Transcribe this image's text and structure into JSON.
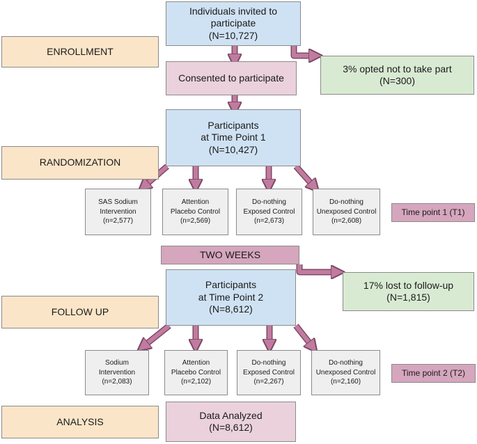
{
  "stages": {
    "enrollment": "ENROLLMENT",
    "randomization": "RANDOMIZATION",
    "follow_up": "FOLLOW UP",
    "analysis": "ANALYSIS"
  },
  "invited": {
    "lines": [
      "Individuals invited to",
      "participate",
      "(N=10,727)"
    ]
  },
  "consented": {
    "lines": [
      "Consented to participate"
    ]
  },
  "opted_out": {
    "lines": [
      "3% opted not to take part",
      "(N=300)"
    ]
  },
  "tp1": {
    "lines": [
      "Participants",
      "at Time Point 1",
      "(N=10,427)"
    ]
  },
  "groups_t1": [
    {
      "lines": [
        "SAS Sodium",
        "Intervention",
        "(n=2,577)"
      ]
    },
    {
      "lines": [
        "Attention",
        "Placebo Control",
        "(n=2,569)"
      ]
    },
    {
      "lines": [
        "Do-nothing",
        "Exposed Control",
        "(n=2,673)"
      ]
    },
    {
      "lines": [
        "Do-nothing",
        "Unexposed Control",
        "(n=2,608)"
      ]
    }
  ],
  "tag_t1": "Time point 1 (T1)",
  "two_weeks": "TWO WEEKS",
  "lost": {
    "lines": [
      "17% lost to follow-up",
      "(N=1,815)"
    ]
  },
  "tp2": {
    "lines": [
      "Participants",
      "at Time Point 2",
      "(N=8,612)"
    ]
  },
  "groups_t2": [
    {
      "lines": [
        "Sodium",
        "Intervention",
        "(n=2,083)"
      ]
    },
    {
      "lines": [
        "Attention",
        "Placebo Control",
        "(n=2,102)"
      ]
    },
    {
      "lines": [
        "Do-nothing",
        "Exposed Control",
        "(n=2,267)"
      ]
    },
    {
      "lines": [
        "Do-nothing",
        "Unexposed Control",
        "(n=2,160)"
      ]
    }
  ],
  "tag_t2": "Time point 2 (T2)",
  "analyzed": {
    "lines": [
      "Data Analyzed",
      "(N=8,612)"
    ]
  },
  "colors": {
    "stage": "#fbe5c8",
    "blue": "#cfe2f3",
    "pink": "#ead1dc",
    "green": "#d9ead3",
    "gray": "#efefef",
    "tag": "#d5a6bd",
    "arrow_fill": "#c27ba0",
    "arrow_stroke": "#7b4a63"
  }
}
